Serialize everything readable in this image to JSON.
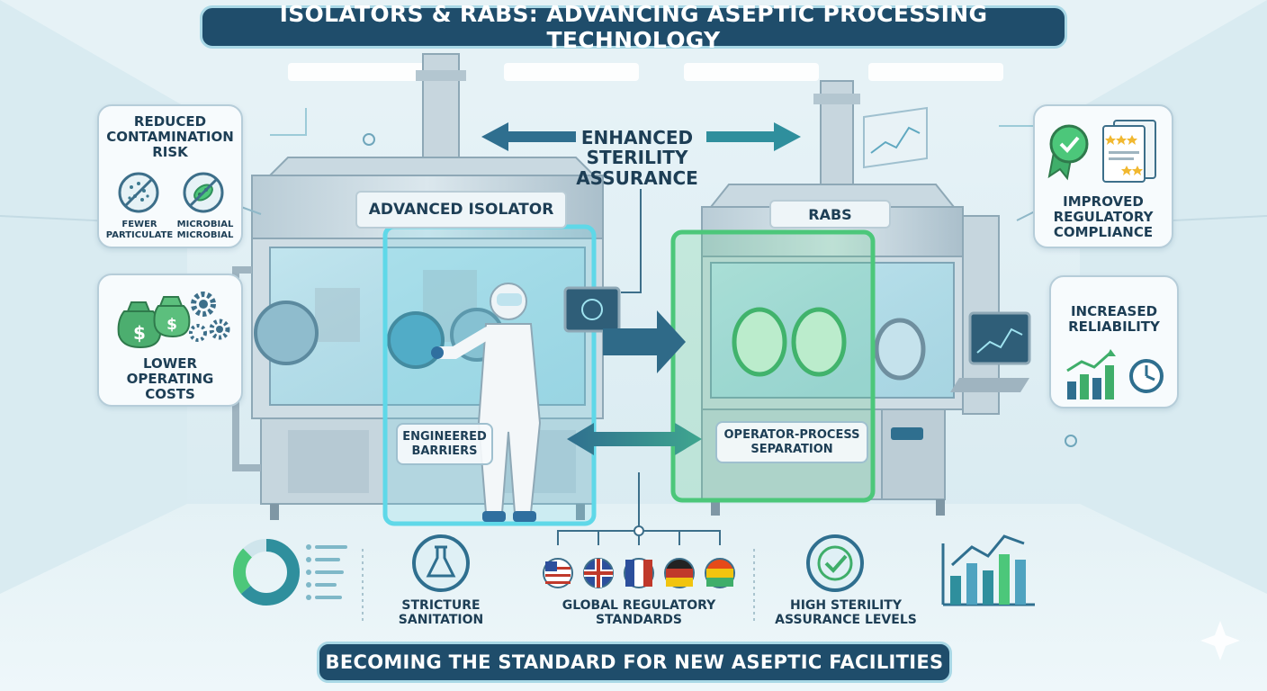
{
  "title": "ISOLATORS & RABS: ADVANCING ASEPTIC PROCESSING TECHNOLOGY",
  "footer": "BECOMING THE STANDARD FOR NEW ASEPTIC FACILITIES",
  "center": {
    "line1": "ENHANCED",
    "line2": "STERILITY",
    "line3": "ASSURANCE"
  },
  "isolator": {
    "sign": "ADVANCED ISOLATOR",
    "plate_line1": "ENGINEERED",
    "plate_line2": "BARRIERS"
  },
  "rabs": {
    "sign": "RABS",
    "plate_line1": "OPERATOR-PROCESS",
    "plate_line2": "SEPARATION"
  },
  "left_cards": {
    "contamination": {
      "line1": "REDUCED",
      "line2": "CONTAMINATION",
      "line3": "RISK",
      "label_left_1": "FEWER",
      "label_left_2": "PARTICULATE",
      "label_right_1": "MICROBIAL",
      "label_right_2": "MICROBIAL"
    },
    "costs": {
      "line1": "LOWER",
      "line2": "OPERATING",
      "line3": "COSTS"
    }
  },
  "right_cards": {
    "compliance": {
      "line1": "IMPROVED",
      "line2": "REGULATORY",
      "line3": "COMPLIANCE"
    },
    "reliability": {
      "line1": "INCREASED",
      "line2": "RELIABILITY"
    }
  },
  "bottom_items": {
    "sanitation": {
      "line1": "STRICTURE",
      "line2": "SANITATION"
    },
    "standards": {
      "line1": "GLOBAL REGULATORY",
      "line2": "STANDARDS"
    },
    "sterility": {
      "line1": "HIGH STERILITY",
      "line2": "ASSURANCE LEVELS"
    }
  },
  "colors": {
    "navy": "#1f4d6b",
    "teal": "#2f8f9d",
    "green": "#4cc77a",
    "cyan_glow": "#5fd8e8",
    "card_bg": "#f7fbfd"
  }
}
